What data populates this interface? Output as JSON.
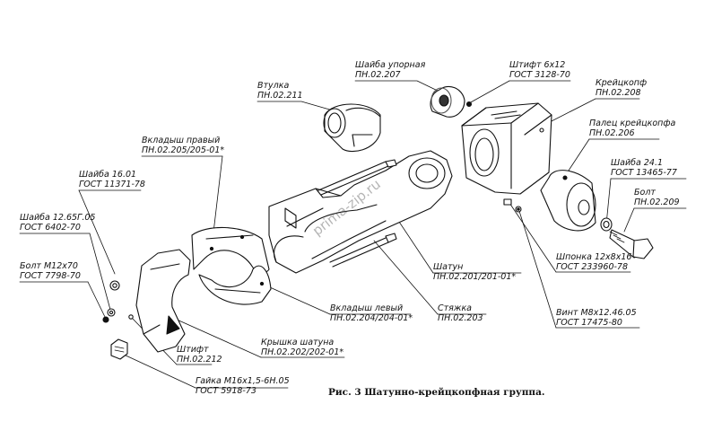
{
  "caption": "Рис. 3 Шатунно-крейцкопфная группа.",
  "watermark": "prima-zip.ru",
  "labels": {
    "vtulka": {
      "name": "Втулка",
      "code": "ПН.02.211"
    },
    "shaiba_upornaya": {
      "name": "Шайба упорная",
      "code": "ПН.02.207"
    },
    "shtift_6x12": {
      "name": "Штифт 6х12",
      "code": "ГОСТ 3128-70"
    },
    "kreitskopf": {
      "name": "Крейцкопф",
      "code": "ПН.02.208"
    },
    "vkladysh_pravyi": {
      "name": "Вкладыш правый",
      "code": "ПН.02.205/205-01*"
    },
    "palets": {
      "name": "Палец крейцкопфа",
      "code": "ПН.02.206"
    },
    "shaiba_16": {
      "name": "Шайба 16.01",
      "code": "ГОСТ 11371-78"
    },
    "shaiba_24": {
      "name": "Шайба 24.1",
      "code": "ГОСТ 13465-77"
    },
    "bolt_2209": {
      "name": "Болт",
      "code": "ПН.02.209"
    },
    "shaiba_12": {
      "name": "Шайба 12.65Г.05",
      "code": "ГОСТ 6402-70"
    },
    "bolt_m12": {
      "name": "Болт М12х70",
      "code": "ГОСТ 7798-70"
    },
    "shatun": {
      "name": "Шатун",
      "code": "ПН.02.201/201-01*"
    },
    "shponka": {
      "name": "Шпонка 12х8х16",
      "code": "ГОСТ 233960-78"
    },
    "vkladysh_levyi": {
      "name": "Вкладыш левый",
      "code": "ПН.02.204/204-01*"
    },
    "styazhka": {
      "name": "Стяжка",
      "code": "ПН.02.203"
    },
    "vint": {
      "name": "Винт М8х12.46.05",
      "code": "ГОСТ 17475-80"
    },
    "kryshka": {
      "name": "Крышка шатуна",
      "code": "ПН.02.202/202-01*"
    },
    "shtift_2212": {
      "name": "Штифт",
      "code": "ПН.02.212"
    },
    "gaika": {
      "name": "Гайка М16х1,5-6Н.05",
      "code": "ГОСТ 5918-73"
    }
  }
}
